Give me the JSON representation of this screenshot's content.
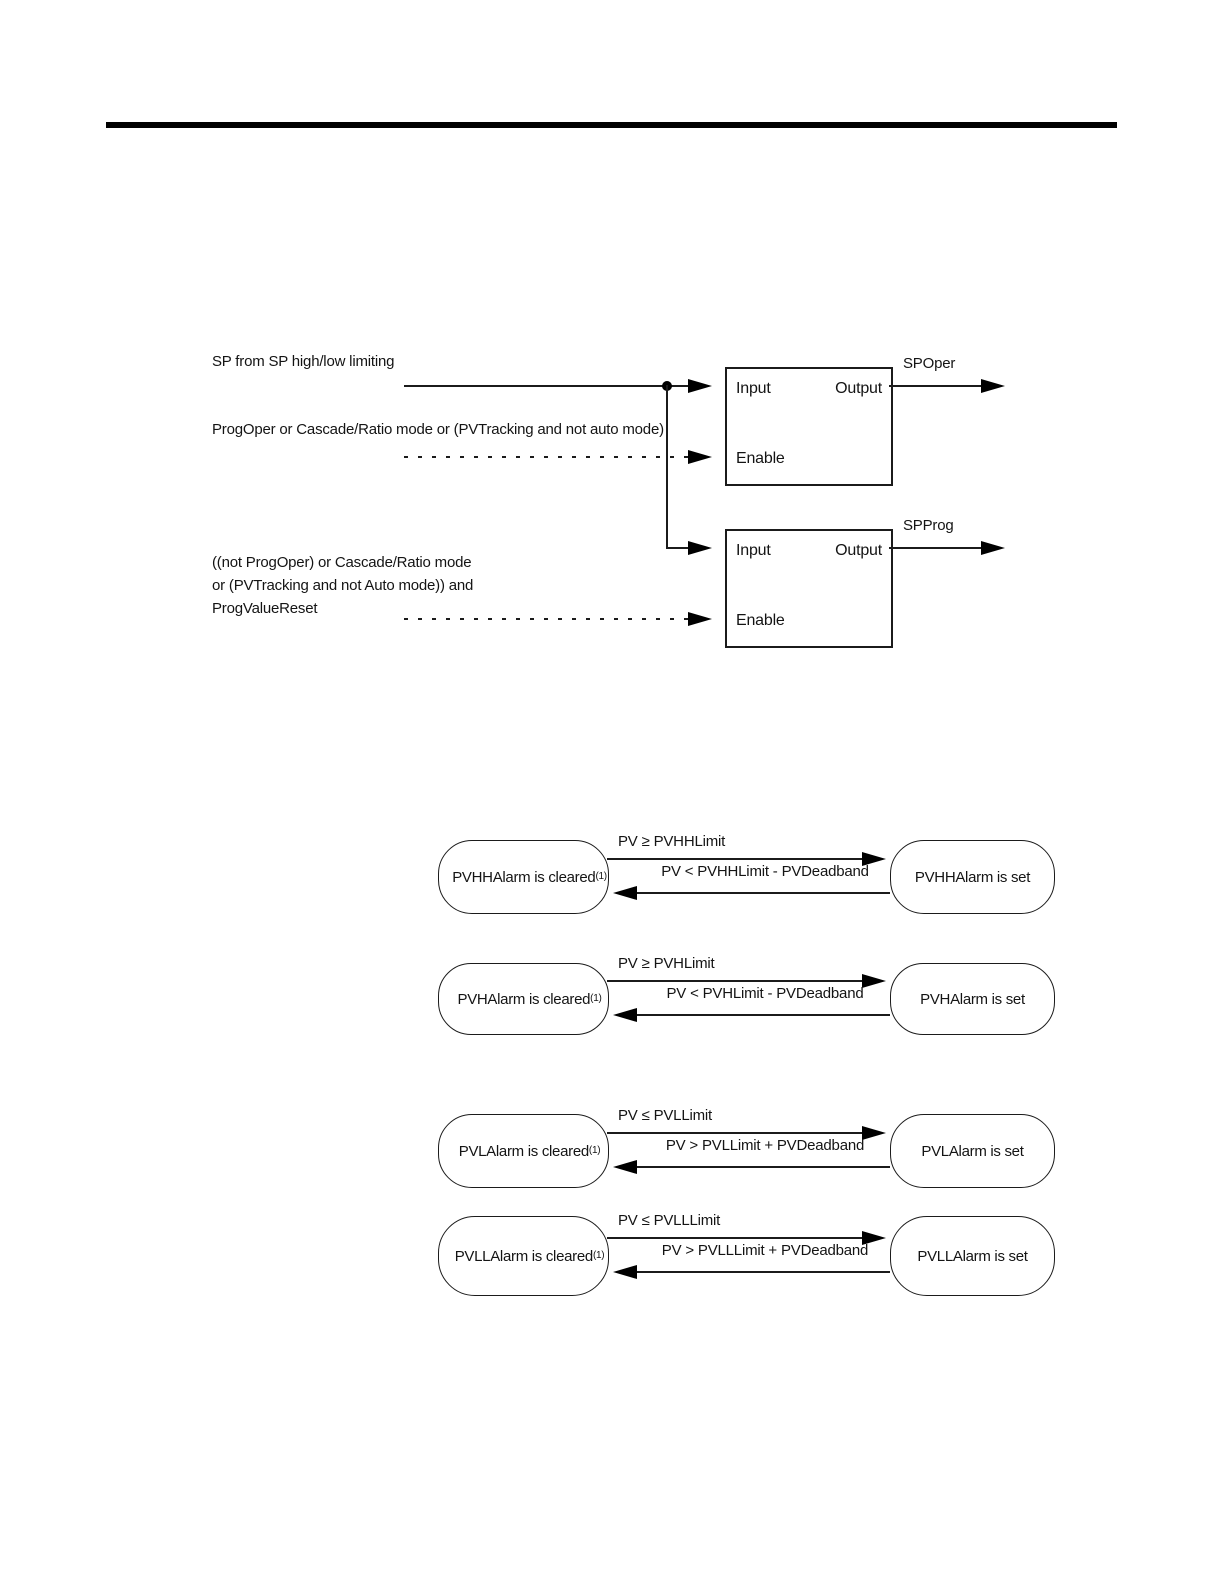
{
  "page": {
    "background": "#ffffff",
    "ink": "#000000"
  },
  "sp_selector": {
    "input_signal_label": "SP from SP high/low limiting",
    "enable1_label": "ProgOper or Cascade/Ratio mode or (PVTracking and not auto mode)",
    "enable2": {
      "lines": [
        "((not ProgOper) or Cascade/Ratio mode",
        "or (PVTracking and not Auto mode)) and",
        "ProgValueReset"
      ]
    },
    "blocks": [
      {
        "input": "Input",
        "output": "Output",
        "enable": "Enable",
        "output_signal": "SPOper"
      },
      {
        "input": "Input",
        "output": "Output",
        "enable": "Enable",
        "output_signal": "SPProg"
      }
    ]
  },
  "alarms": {
    "footnote_marker": "(1)",
    "rows": [
      {
        "cleared": "PVHHAlarm is cleared",
        "footnote": "(1)",
        "set": "PVHHAlarm is set",
        "set_condition": "PV ≥ PVHHLimit",
        "clear_condition": "PV < PVHHLimit - PVDeadband"
      },
      {
        "cleared": "PVHAlarm is cleared",
        "footnote": "(1)",
        "set": "PVHAlarm is set",
        "set_condition": "PV ≥ PVHLimit",
        "clear_condition": "PV < PVHLimit - PVDeadband"
      },
      {
        "cleared": "PVLAlarm is cleared",
        "footnote": "(1)",
        "set": "PVLAlarm is set",
        "set_condition": "PV ≤ PVLLimit",
        "clear_condition": "PV > PVLLimit + PVDeadband"
      },
      {
        "cleared": "PVLLAlarm is cleared",
        "footnote": "(1)",
        "set": "PVLLAlarm is set",
        "set_condition": "PV ≤ PVLLLimit",
        "clear_condition": "PV > PVLLLimit + PVDeadband"
      }
    ]
  }
}
